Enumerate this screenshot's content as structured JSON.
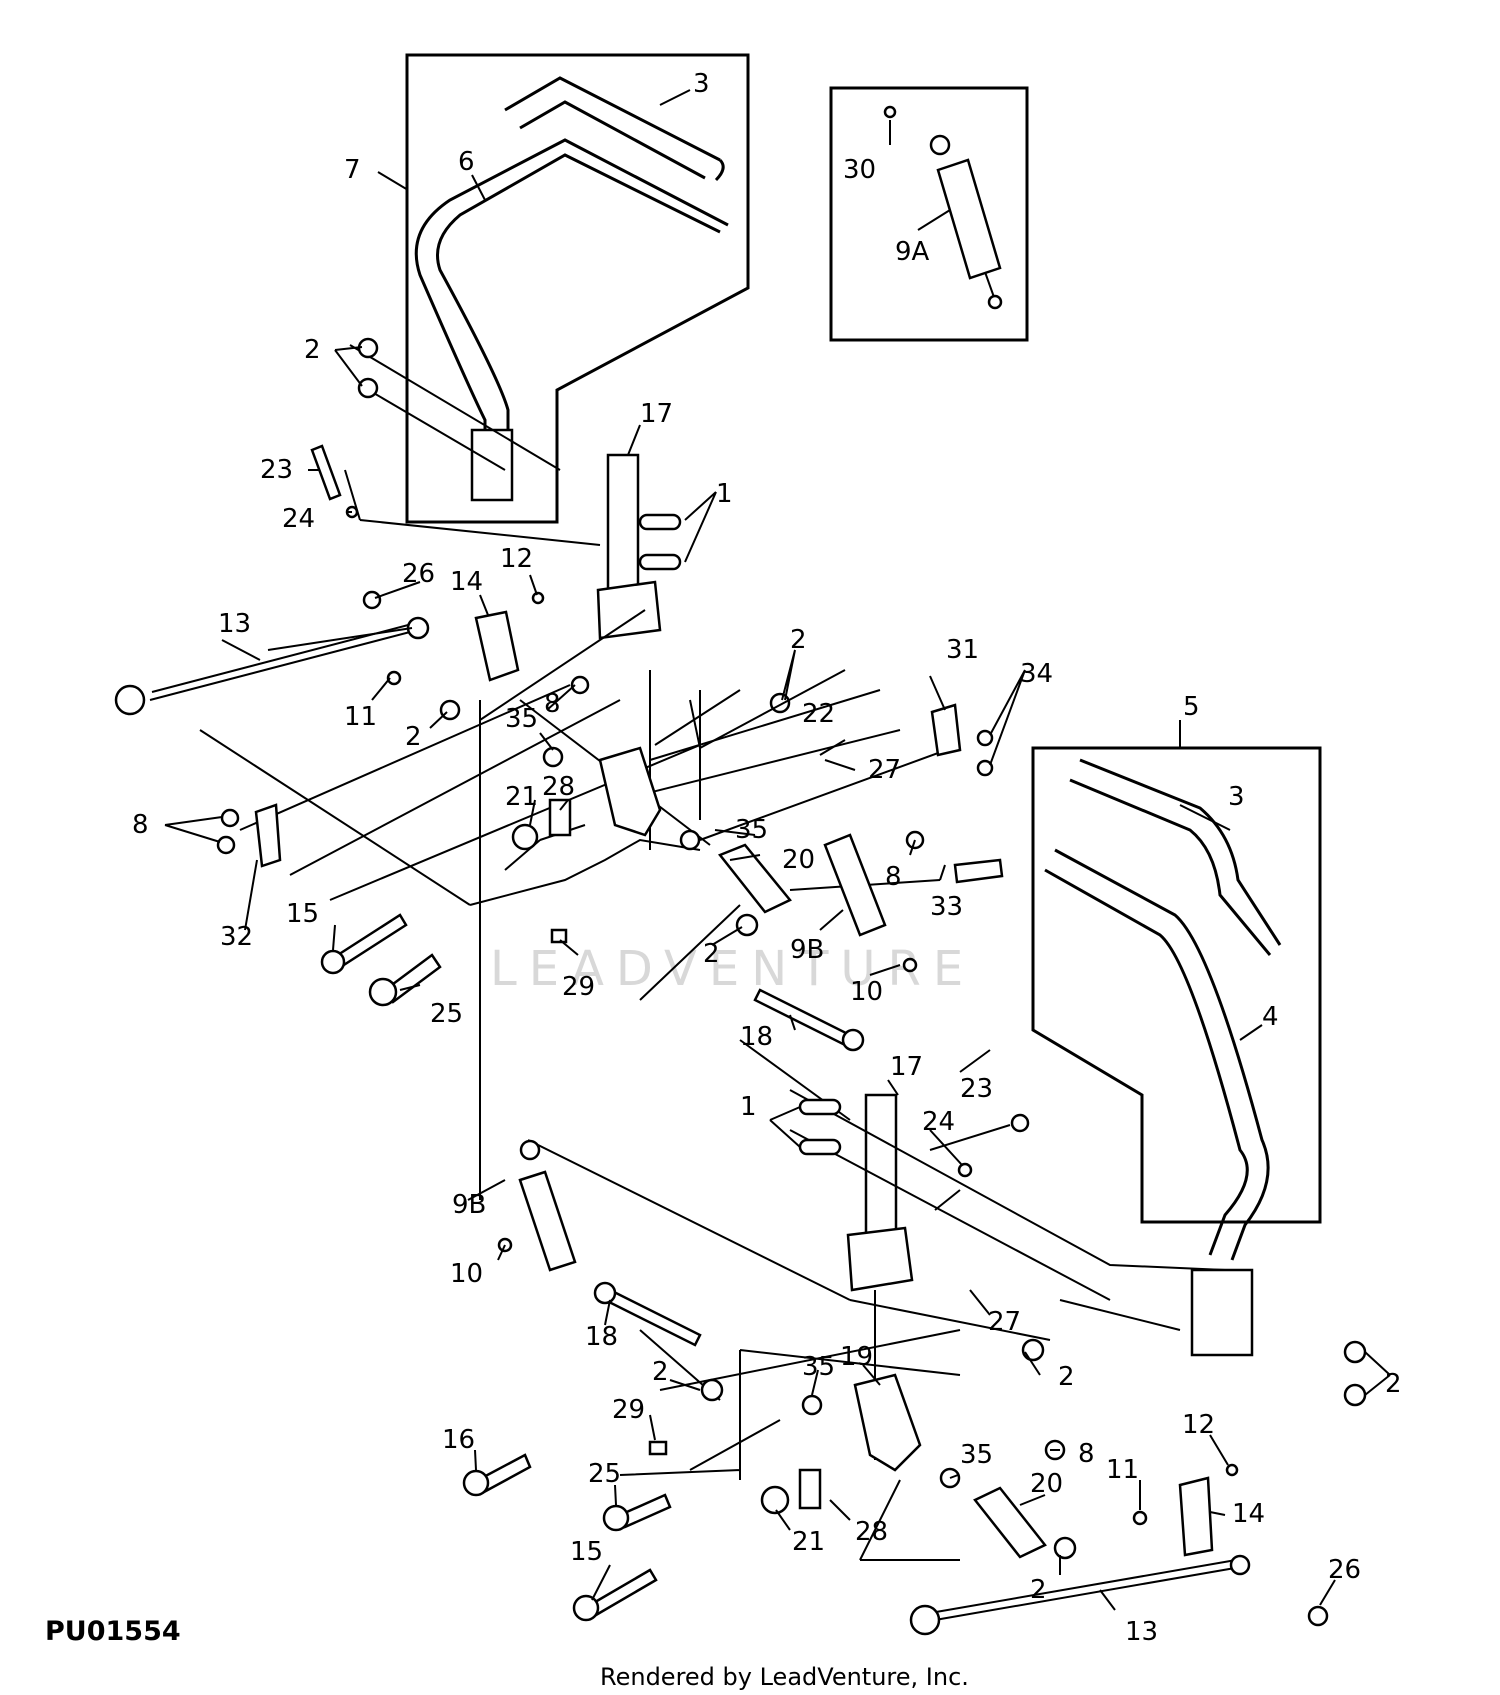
{
  "diagram": {
    "code": "PU01554",
    "credit": "Rendered by LeadVenture, Inc.",
    "watermark": "LEADVENTURE",
    "labels": [
      {
        "id": "l3a",
        "text": "3"
      },
      {
        "id": "l6",
        "text": "6"
      },
      {
        "id": "l7",
        "text": "7"
      },
      {
        "id": "l30",
        "text": "30"
      },
      {
        "id": "l9a",
        "text": "9A"
      },
      {
        "id": "l2a",
        "text": "2"
      },
      {
        "id": "l17a",
        "text": "17"
      },
      {
        "id": "l23a",
        "text": "23"
      },
      {
        "id": "l1a",
        "text": "1"
      },
      {
        "id": "l24a",
        "text": "24"
      },
      {
        "id": "l26a",
        "text": "26"
      },
      {
        "id": "l14a",
        "text": "14"
      },
      {
        "id": "l12a",
        "text": "12"
      },
      {
        "id": "l13a",
        "text": "13"
      },
      {
        "id": "l11a",
        "text": "11"
      },
      {
        "id": "l2b",
        "text": "2"
      },
      {
        "id": "l2c",
        "text": "2"
      },
      {
        "id": "l8a",
        "text": "8"
      },
      {
        "id": "l35a",
        "text": "35"
      },
      {
        "id": "l22",
        "text": "22"
      },
      {
        "id": "l31",
        "text": "31"
      },
      {
        "id": "l34",
        "text": "34"
      },
      {
        "id": "l5",
        "text": "5"
      },
      {
        "id": "l27a",
        "text": "27"
      },
      {
        "id": "l21a",
        "text": "21"
      },
      {
        "id": "l28a",
        "text": "28"
      },
      {
        "id": "l3b",
        "text": "3"
      },
      {
        "id": "l8b",
        "text": "8"
      },
      {
        "id": "l35b",
        "text": "35"
      },
      {
        "id": "l20a",
        "text": "20"
      },
      {
        "id": "l8c",
        "text": "8"
      },
      {
        "id": "l33",
        "text": "33"
      },
      {
        "id": "l32",
        "text": "32"
      },
      {
        "id": "l15a",
        "text": "15"
      },
      {
        "id": "l2d",
        "text": "2"
      },
      {
        "id": "l9b",
        "text": "9B"
      },
      {
        "id": "l10a",
        "text": "10"
      },
      {
        "id": "l29a",
        "text": "29"
      },
      {
        "id": "l25a",
        "text": "25"
      },
      {
        "id": "l4",
        "text": "4"
      },
      {
        "id": "l18a",
        "text": "18"
      },
      {
        "id": "l17b",
        "text": "17"
      },
      {
        "id": "l23b",
        "text": "23"
      },
      {
        "id": "l1b",
        "text": "1"
      },
      {
        "id": "l24b",
        "text": "24"
      },
      {
        "id": "l9c",
        "text": "9B"
      },
      {
        "id": "l10b",
        "text": "10"
      },
      {
        "id": "l18b",
        "text": "18"
      },
      {
        "id": "l27b",
        "text": "27"
      },
      {
        "id": "l2e",
        "text": "2"
      },
      {
        "id": "l35c",
        "text": "35"
      },
      {
        "id": "l19",
        "text": "19"
      },
      {
        "id": "l2f",
        "text": "2"
      },
      {
        "id": "l2g",
        "text": "2"
      },
      {
        "id": "l29b",
        "text": "29"
      },
      {
        "id": "l8d",
        "text": "8"
      },
      {
        "id": "l16",
        "text": "16"
      },
      {
        "id": "l12b",
        "text": "12"
      },
      {
        "id": "l35d",
        "text": "35"
      },
      {
        "id": "l11b",
        "text": "11"
      },
      {
        "id": "l14b",
        "text": "14"
      },
      {
        "id": "l25b",
        "text": "25"
      },
      {
        "id": "l20b",
        "text": "20"
      },
      {
        "id": "l21b",
        "text": "21"
      },
      {
        "id": "l28b",
        "text": "28"
      },
      {
        "id": "l15b",
        "text": "15"
      },
      {
        "id": "l2h",
        "text": "2"
      },
      {
        "id": "l26b",
        "text": "26"
      },
      {
        "id": "l13b",
        "text": "13"
      }
    ]
  }
}
